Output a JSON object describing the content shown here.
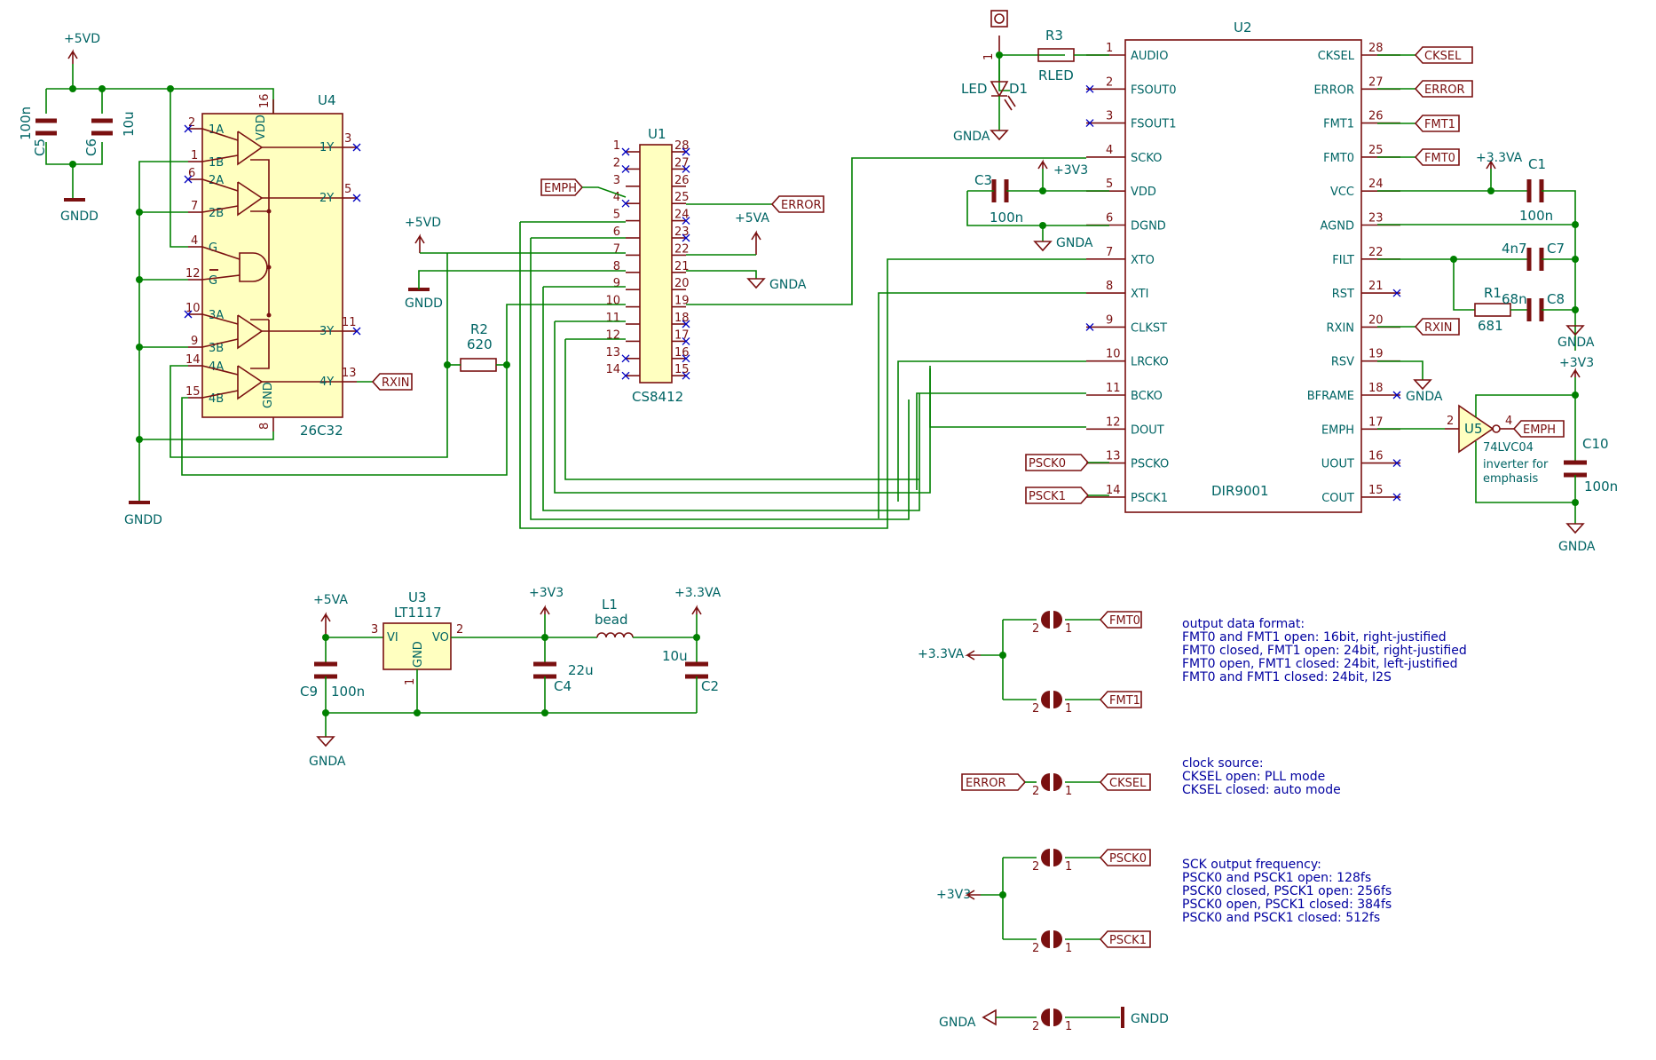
{
  "components": {
    "U4": {
      "ref": "U4",
      "value": "26C32",
      "pins_left": [
        [
          "2",
          "1A"
        ],
        [
          "1",
          "1B"
        ],
        [
          "6",
          "2A"
        ],
        [
          "7",
          "2B"
        ],
        [
          "4",
          "G"
        ],
        [
          "12",
          "G"
        ],
        [
          "10",
          "3A"
        ],
        [
          "9",
          "3B"
        ],
        [
          "14",
          "4A"
        ],
        [
          "15",
          "4B"
        ]
      ],
      "pins_right": [
        [
          "3",
          "1Y"
        ],
        [
          "5",
          "2Y"
        ],
        [
          "11",
          "3Y"
        ],
        [
          "13",
          "4Y"
        ]
      ],
      "pin_top": [
        "16",
        "VDD"
      ],
      "pin_bottom": [
        "8",
        "GND"
      ]
    },
    "U1": {
      "ref": "U1",
      "value": "CS8412",
      "pins_left": [
        "1",
        "2",
        "3",
        "4",
        "5",
        "6",
        "7",
        "8",
        "9",
        "10",
        "11",
        "12",
        "13",
        "14"
      ],
      "pins_right": [
        "28",
        "27",
        "26",
        "25",
        "24",
        "23",
        "22",
        "21",
        "20",
        "19",
        "18",
        "17",
        "16",
        "15"
      ]
    },
    "U2": {
      "ref": "U2",
      "value": "DIR9001",
      "pins_left": [
        [
          "1",
          "AUDIO"
        ],
        [
          "2",
          "FSOUT0"
        ],
        [
          "3",
          "FSOUT1"
        ],
        [
          "4",
          "SCKO"
        ],
        [
          "5",
          "VDD"
        ],
        [
          "6",
          "DGND"
        ],
        [
          "7",
          "XTO"
        ],
        [
          "8",
          "XTI"
        ],
        [
          "9",
          "CLKST"
        ],
        [
          "10",
          "LRCKO"
        ],
        [
          "11",
          "BCKO"
        ],
        [
          "12",
          "DOUT"
        ],
        [
          "13",
          "PSCKO"
        ],
        [
          "14",
          "PSCK1"
        ]
      ],
      "pins_right": [
        [
          "28",
          "CKSEL"
        ],
        [
          "27",
          "ERROR"
        ],
        [
          "26",
          "FMT1"
        ],
        [
          "25",
          "FMT0"
        ],
        [
          "24",
          "VCC"
        ],
        [
          "23",
          "AGND"
        ],
        [
          "22",
          "FILT"
        ],
        [
          "21",
          "RST"
        ],
        [
          "20",
          "RXIN"
        ],
        [
          "19",
          "RSV"
        ],
        [
          "18",
          "BFRAME"
        ],
        [
          "17",
          "EMPH"
        ],
        [
          "16",
          "UOUT"
        ],
        [
          "15",
          "COUT"
        ]
      ]
    },
    "U3": {
      "ref": "U3",
      "value": "LT1117",
      "pin_in": "VI",
      "pin_out": "VO",
      "pin_gnd": "GND",
      "pin_in_num": "3",
      "pin_out_num": "2",
      "pin_gnd_num": "1"
    },
    "U5": {
      "ref": "U5",
      "value": "74LVC04",
      "pin_in": "2",
      "pin_out": "4",
      "note_1": "inverter for",
      "note_2": "emphasis"
    },
    "R1": {
      "ref": "R1",
      "value": "681"
    },
    "R2": {
      "ref": "R2",
      "value": "620"
    },
    "R3": {
      "ref": "R3",
      "value": "RLED"
    },
    "D1": {
      "ref": "D1",
      "value": "LED",
      "pin": "1"
    },
    "L1": {
      "ref": "L1",
      "value": "bead"
    },
    "C1": {
      "ref": "C1",
      "value": "100n"
    },
    "C2": {
      "ref": "C2",
      "value": "10u"
    },
    "C3": {
      "ref": "C3",
      "value": "100n"
    },
    "C4": {
      "ref": "C4",
      "value": "22u"
    },
    "C5": {
      "ref": "C5",
      "value": "100n"
    },
    "C6": {
      "ref": "C6",
      "value": "10u"
    },
    "C7": {
      "ref": "C7",
      "value": "4n7"
    },
    "C8": {
      "ref": "C8",
      "value": "68n"
    },
    "C9": {
      "ref": "C9",
      "value": "100n"
    },
    "C10": {
      "ref": "C10",
      "value": "100n"
    }
  },
  "power": {
    "p5vd": "+5VD",
    "p5va": "+5VA",
    "p3v3": "+3V3",
    "p3v3a": "+3.3VA",
    "gndd": "GNDD",
    "gnda": "GNDA"
  },
  "labels": {
    "emph": "EMPH",
    "error": "ERROR",
    "rxin": "RXIN",
    "cksel": "CKSEL",
    "fmt1": "FMT1",
    "fmt0": "FMT0",
    "psck0": "PSCK0",
    "psck1": "PSCK1"
  },
  "jumper_pins": {
    "a": "2",
    "b": "1"
  },
  "notes": {
    "format": [
      "output data format:",
      "FMT0 and FMT1 open: 16bit, right-justified",
      "FMT0 closed, FMT1 open: 24bit, right-justified",
      "FMT0 open, FMT1 closed: 24bit, left-justified",
      "FMT0 and FMT1 closed: 24bit, I2S"
    ],
    "clock": [
      "clock source:",
      "CKSEL open: PLL mode",
      "CKSEL closed: auto mode"
    ],
    "sck": [
      "SCK output frequency:",
      "PSCK0 and PSCK1 open: 128fs",
      "PSCK0 closed, PSCK1 open: 256fs",
      "PSCK0 open, PSCK1 closed: 384fs",
      "PSCK0 and PSCK1 closed: 512fs"
    ]
  }
}
